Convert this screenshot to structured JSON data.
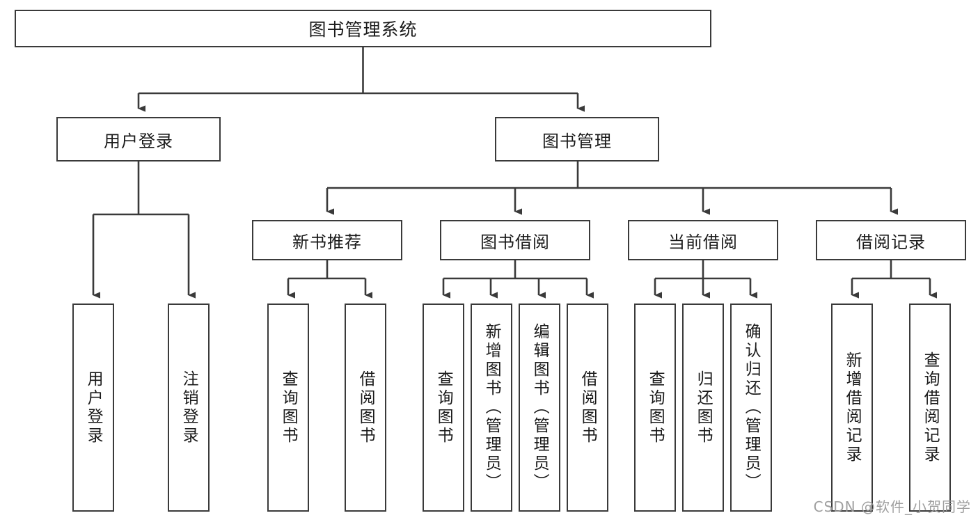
{
  "diagram": {
    "title": "图书管理系统",
    "watermark": "CSDN @软件_小贺同学",
    "line_color": "#3a3a3a",
    "text_color": "#1a1a1a",
    "background": "#ffffff",
    "levels": {
      "root": {
        "label": "图书管理系统"
      },
      "level2": [
        {
          "label": "用户登录"
        },
        {
          "label": "图书管理"
        }
      ],
      "level3": [
        {
          "label": "新书推荐"
        },
        {
          "label": "图书借阅"
        },
        {
          "label": "当前借阅"
        },
        {
          "label": "借阅记录"
        }
      ],
      "leaves": [
        {
          "label": "用户登录",
          "parent": "用户登录"
        },
        {
          "label": "注销登录",
          "parent": "用户登录"
        },
        {
          "label": "查询图书",
          "parent": "新书推荐"
        },
        {
          "label": "借阅图书",
          "parent": "新书推荐"
        },
        {
          "label": "查询图书",
          "parent": "图书借阅"
        },
        {
          "label": "新增图书（管理员）",
          "parent": "图书借阅"
        },
        {
          "label": "编辑图书（管理员）",
          "parent": "图书借阅"
        },
        {
          "label": "借阅图书",
          "parent": "图书借阅"
        },
        {
          "label": "查询图书",
          "parent": "当前借阅"
        },
        {
          "label": "归还图书",
          "parent": "当前借阅"
        },
        {
          "label": "确认归还（管理员）",
          "parent": "当前借阅"
        },
        {
          "label": "新增借阅记录",
          "parent": "借阅记录"
        },
        {
          "label": "查询借阅记录",
          "parent": "借阅记录"
        }
      ]
    }
  }
}
